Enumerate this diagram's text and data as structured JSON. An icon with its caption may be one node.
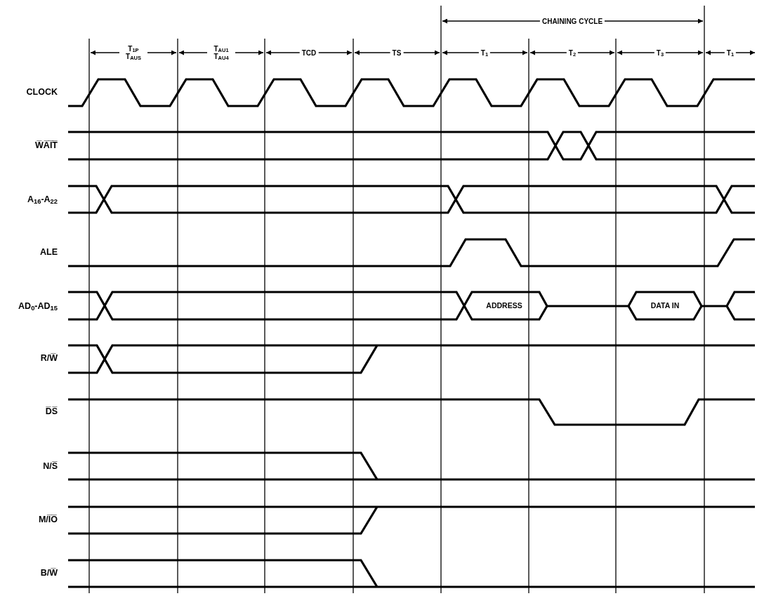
{
  "diagram": {
    "labels": [
      "CHAINING CYCLE",
      "T$_{1P}$ T$_{AUS}$",
      "T$_{AU1}$ T$_{AU4}$",
      "TCD",
      "TS",
      "T$_{1}$",
      "T$_{2}$",
      "T$_{3}$",
      "T$_{1}$",
      "CLOCK",
      "W̅A̅I̅T̅",
      "A$_{16}$-A$_{22}$",
      "ALE",
      "AD$_{0}$-AD$_{15}$",
      "ADDRESS",
      "DATA IN",
      "R/W̅",
      "D̅S̅",
      "N/S̅",
      "M/I̅O̅",
      "B/W̅"
    ]
  }
}
